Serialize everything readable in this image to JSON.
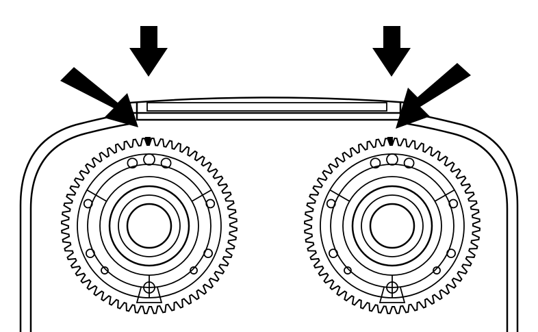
{
  "diagram": {
    "colors": {
      "ink": "#000000",
      "paper": "#ffffff"
    },
    "icons": {
      "vertical_arrow": "down-arrow-icon",
      "diagonal_arrow": "diagonal-arrow-icon",
      "timing_mark": "timing-mark-icon",
      "sprocket": "cam-sprocket-icon"
    },
    "sprockets": [
      {
        "id": "left",
        "teeth": 60
      },
      {
        "id": "right",
        "teeth": 60
      }
    ]
  }
}
